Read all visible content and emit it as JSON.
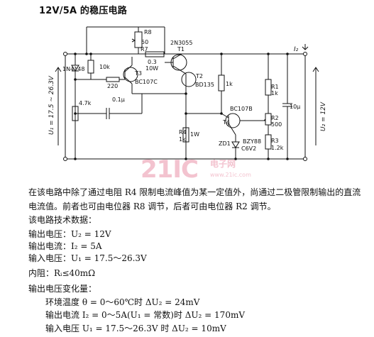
{
  "title": "12V/5A 的稳压电路",
  "circuit": {
    "r8": "R8",
    "r8_val": "50",
    "r7": "R7",
    "r7_val1": "0.3",
    "r7_val2": "10W",
    "t1_type": "2N3055",
    "t1": "T1",
    "iz": "I₂",
    "diode": "1N4148",
    "r_10k": "10k",
    "t3": "T3",
    "t3_type": "BC107C",
    "r_220": "220",
    "r_47k": "4.7k",
    "c_01": "0.1μ",
    "t2": "T2",
    "t2_type": "BD135",
    "r_1k_mid": "1k",
    "r1": "R1",
    "r1_val": "1k",
    "cap_out": "10μ",
    "u2": "U₂ = 12V",
    "u1": "U₁ = 17.5 ~ 26.3V",
    "t4_type": "BC107B",
    "t4": "T4",
    "r2": "R2",
    "r2_val": "500",
    "r4": "R4",
    "r4_val1": "1W",
    "r4_val2": "1k",
    "zd": "ZD1",
    "zd_type": "BZY88",
    "zd_val": "C6V2",
    "r3": "R3",
    "r3_val": "1.2k"
  },
  "watermark": {
    "logo": "21IC",
    "cn": "电子网",
    "url": "www.21ic.com"
  },
  "body": {
    "paragraph": "在该电路中除了通过电阻 R4 限制电流峰值为某一定值外，尚通过二极管限制输出的直流电流值。前者也可由电位器 R8 调节，后者可由电位器 R2 调节。",
    "spec_heading": "该电路技术数据：",
    "specs": [
      "输出电压：U₂ = 12V",
      "输出电流：I₂ = 5A",
      "输入电压：U₁ = 17.5～26.3V",
      "内阻：Rᵢ≤40mΩ",
      "输出电压变化量："
    ],
    "variations": [
      "环境温度 θ = 0～60℃时 ΔU₂ = 24mV",
      "输出电流 I₂ = 0～5A(U₁ = 常数)时 ΔU₂ = 170mV",
      "输入电压 U₁ = 17.5～26.3V 时 ΔU₂ = 10mV"
    ]
  }
}
